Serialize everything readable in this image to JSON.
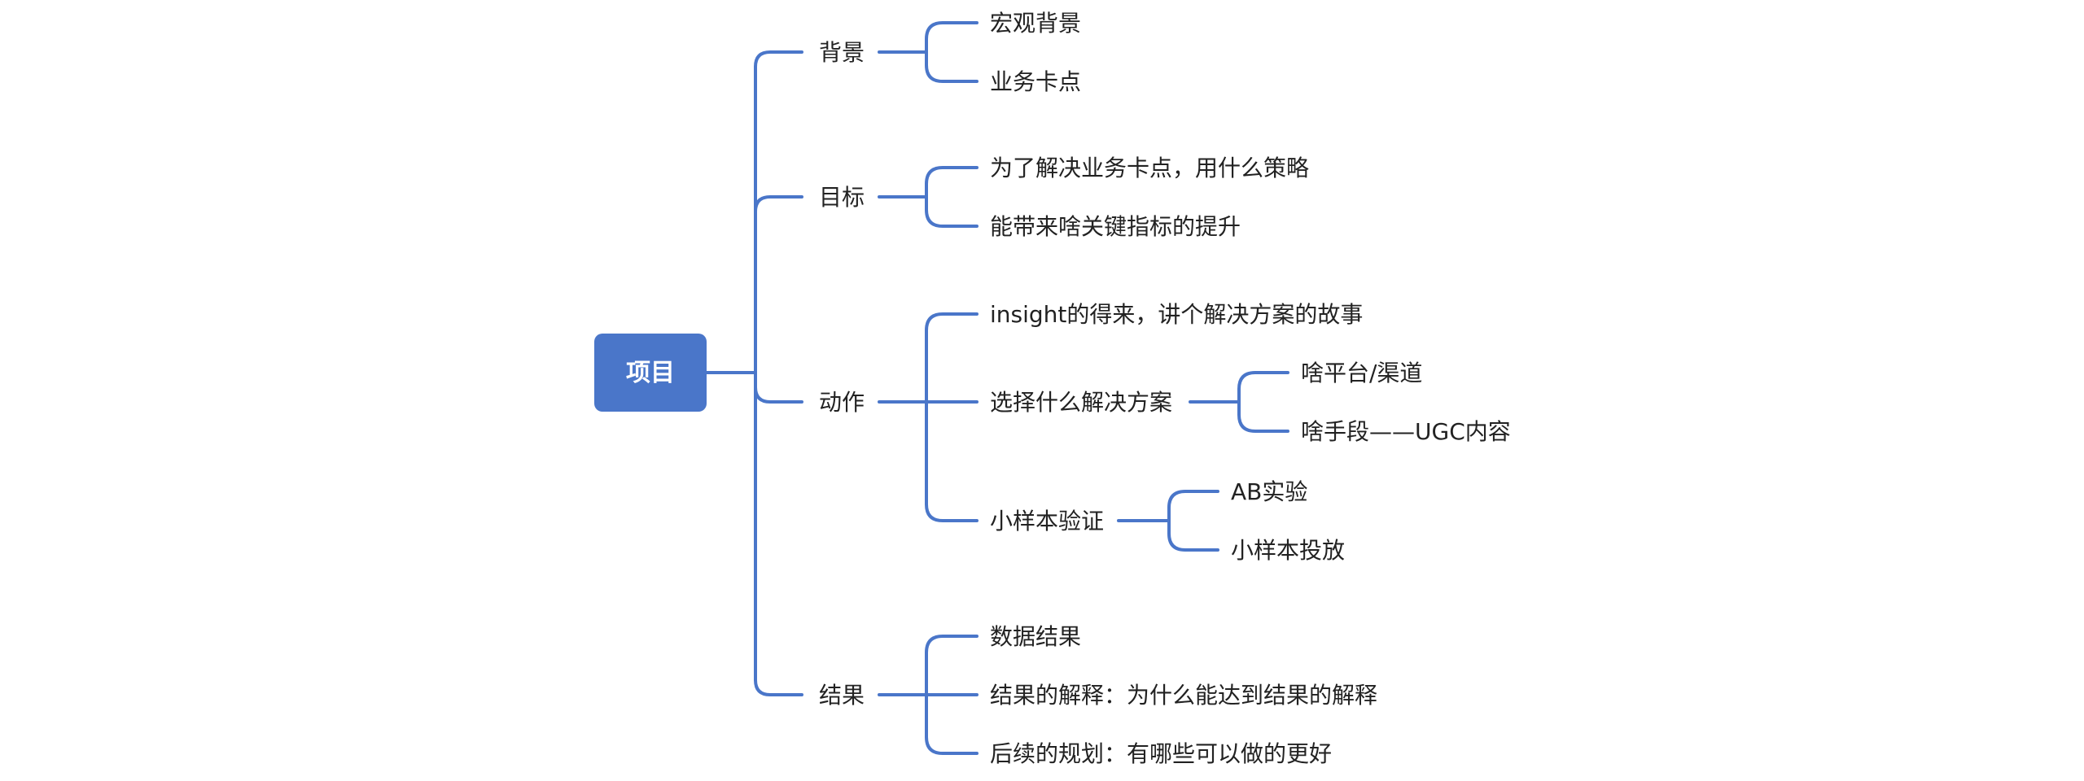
{
  "mindmap": {
    "root": "项目",
    "branches": [
      {
        "label": "背景",
        "children": [
          {
            "label": "宏观背景"
          },
          {
            "label": "业务卡点"
          }
        ]
      },
      {
        "label": "目标",
        "children": [
          {
            "label": "为了解决业务卡点，用什么策略"
          },
          {
            "label": "能带来啥关键指标的提升"
          }
        ]
      },
      {
        "label": "动作",
        "children": [
          {
            "label": "insight的得来，讲个解决方案的故事"
          },
          {
            "label": "选择什么解决方案",
            "children": [
              {
                "label": "啥平台/渠道"
              },
              {
                "label": "啥手段——UGC内容"
              }
            ]
          },
          {
            "label": "小样本验证",
            "children": [
              {
                "label": "AB实验"
              },
              {
                "label": "小样本投放"
              }
            ]
          }
        ]
      },
      {
        "label": "结果",
        "children": [
          {
            "label": "数据结果"
          },
          {
            "label": "结果的解释：为什么能达到结果的解释"
          },
          {
            "label": "后续的规划：有哪些可以做的更好"
          }
        ]
      }
    ],
    "colors": {
      "connector": "#4a76c9",
      "root_fill": "#4a76c9",
      "root_text": "#ffffff",
      "node_text": "#222222"
    }
  }
}
